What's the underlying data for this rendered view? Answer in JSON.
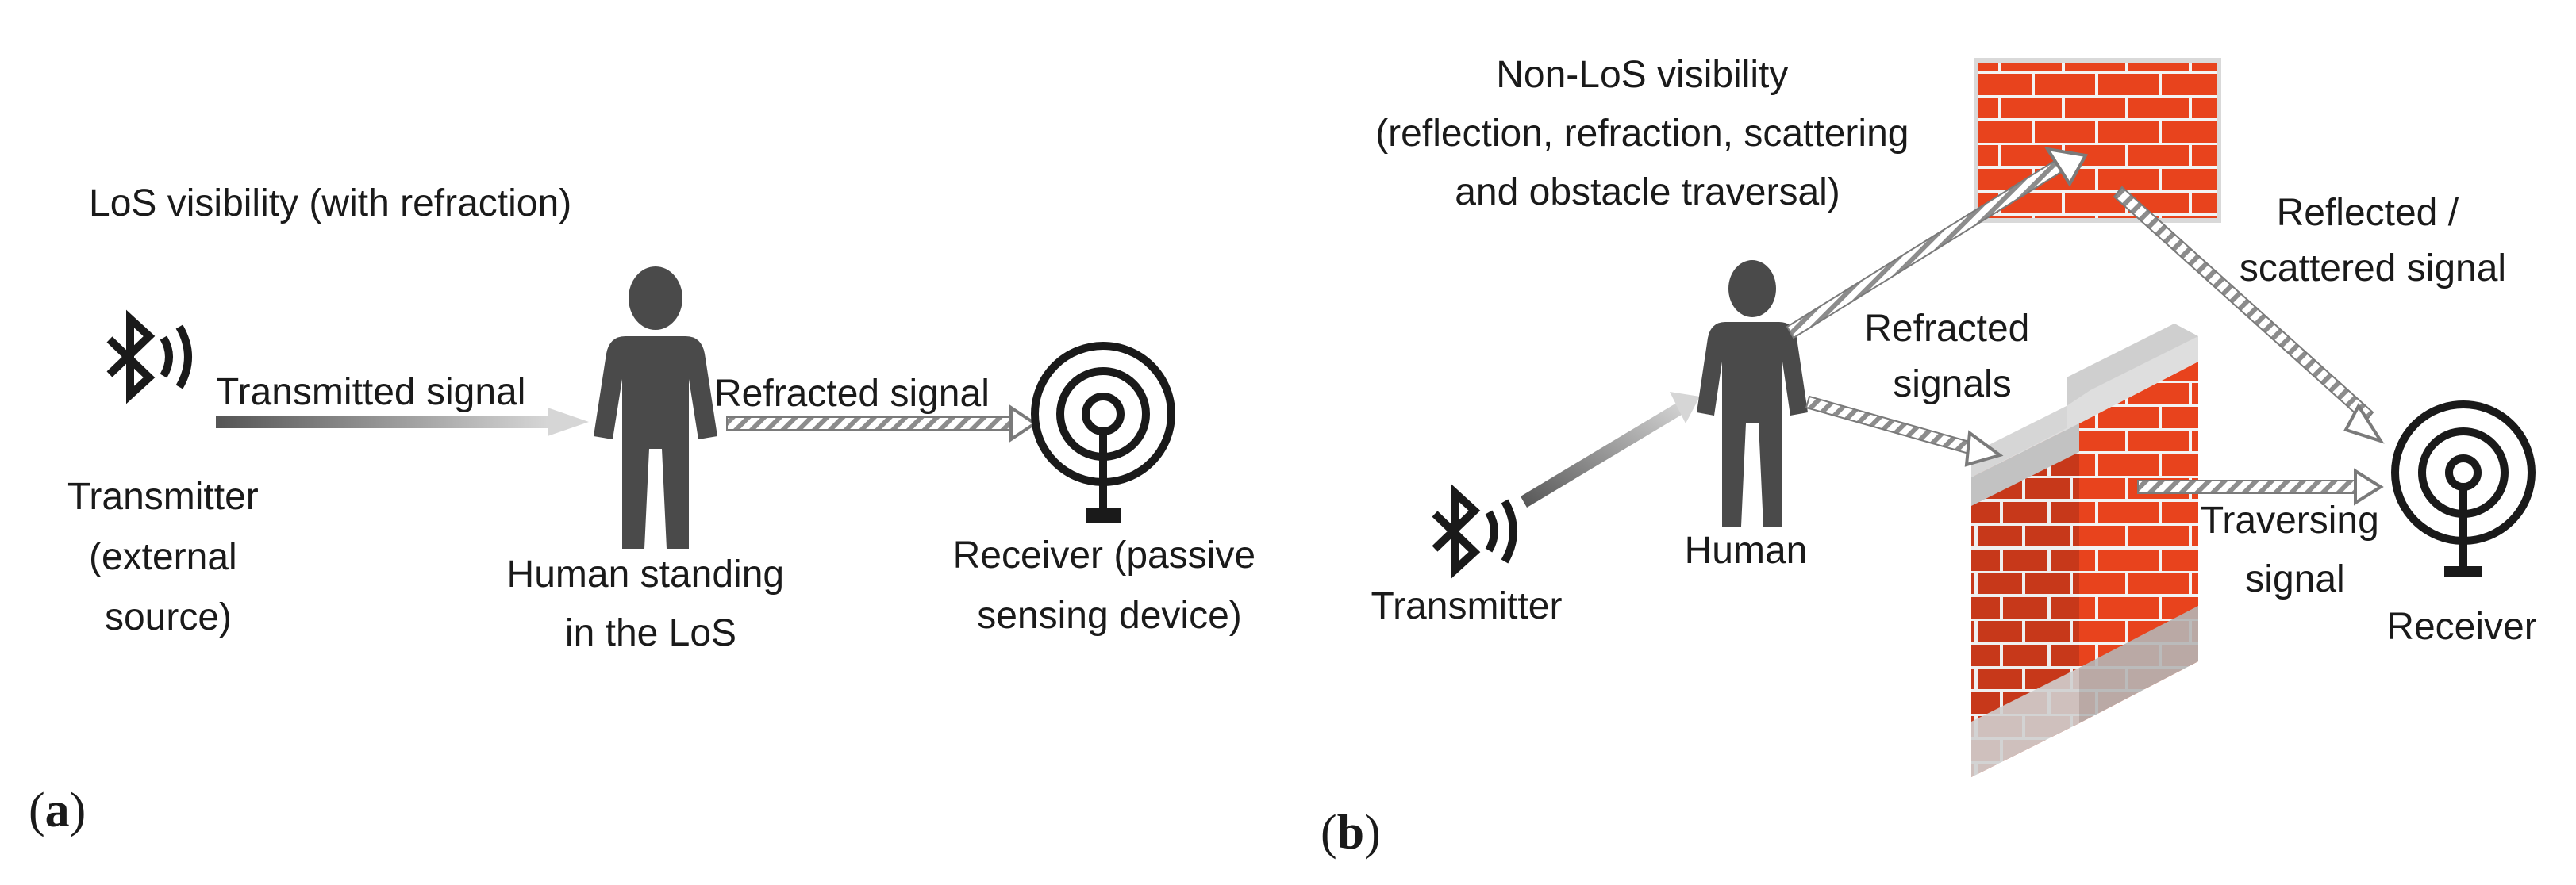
{
  "panel_a": {
    "label_open": "(",
    "label_letter": "a",
    "label_close": ")",
    "title": "LoS visibility (with refraction)",
    "transmitted_signal": "Transmitted signal",
    "refracted_signal": "Refracted signal",
    "transmitter_lines": [
      "Transmitter",
      "(external",
      "source)"
    ],
    "human_lines": [
      "Human standing",
      "in the LoS"
    ],
    "receiver_lines": [
      "Receiver (passive",
      "sensing device)"
    ]
  },
  "panel_b": {
    "label_open": "(",
    "label_letter": "b",
    "label_close": ")",
    "title_lines": [
      "Non-LoS visibility",
      "(reflection, refraction, scattering",
      "and obstacle traversal)"
    ],
    "reflected_lines": [
      "Reflected /",
      "scattered signal"
    ],
    "refracted_lines": [
      "Refracted",
      "signals"
    ],
    "traversing_lines": [
      "Traversing",
      "signal"
    ],
    "transmitter": "Transmitter",
    "human": "Human",
    "receiver": "Receiver"
  },
  "colors": {
    "figure": "#4a4a4a",
    "brick": "#e8431d",
    "mortar": "#f3f3f3",
    "wall_top": "#cfcfcf",
    "arrow_hatch": "#8c8c8c"
  }
}
